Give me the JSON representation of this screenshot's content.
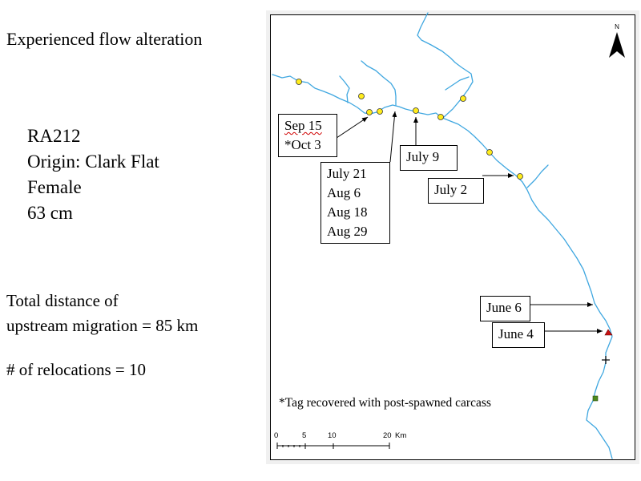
{
  "heading": "Experienced flow alteration",
  "fish": {
    "id": "RA212",
    "origin": "Origin: Clark Flat",
    "sex": "Female",
    "length": "63 cm"
  },
  "summary": {
    "distance_line1": "Total distance of",
    "distance_line2": "upstream migration = 85 km",
    "relocations": "# of relocations = 10"
  },
  "map": {
    "north_label": "N",
    "footnote": "*Tag recovered with post-spawned carcass",
    "scale": {
      "ticks": [
        "0",
        "5",
        "10",
        "20"
      ],
      "unit": "Km"
    },
    "colors": {
      "river": "#3fa7e0",
      "relocation_marker": "#ffec1c",
      "start_marker": "#c81010",
      "cross_marker": "#000000",
      "square_marker": "#4c8a1c"
    },
    "markers": {
      "relocation_point": "yellow-circle",
      "first_location": "red-triangle",
      "cross": "plus-sign",
      "square": "green-square"
    },
    "callouts": {
      "sep": {
        "line1": "Sep 15",
        "line2": "*Oct 3"
      },
      "july21": {
        "lines": [
          "July 21",
          "Aug 6",
          "Aug 18",
          "Aug 29"
        ]
      },
      "july9": "July 9",
      "july2": "July 2",
      "june6": "June 6",
      "june4": "June 4"
    }
  }
}
